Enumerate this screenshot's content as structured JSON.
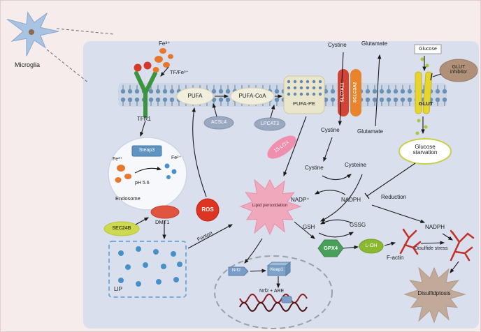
{
  "labels": {
    "microglia": "Microglia",
    "fe3_top": "Fe³⁺",
    "tf_fe3": "TF/Fe³⁺",
    "tfr1": "TFR1",
    "pufa": "PUFA",
    "acsl4": "ACSL4",
    "pufa_coa": "PUFA-CoA",
    "lpcat3": "LPCAT3",
    "pufa_pe": "PUFA-PE",
    "cystine_top": "Cystine",
    "glutamate_top": "Glutamate",
    "slc7a11": "SLC7A11",
    "sclc3a2": "SCLC3A2",
    "glucose": "Glucose",
    "glut_inhibitor": "GLUT\ninhibitor",
    "glut": "GLUT",
    "cystine_below": "Cystine",
    "glutamate_below": "Glutamate",
    "glucose_starvation": "Glucose\nstarvation",
    "steap3": "Steap3",
    "fe3_endosome": "Fe³⁺",
    "fe2": "Fe²⁺",
    "ph": "pH 5.6",
    "endosome": "Endosome",
    "dmt1": "DMT1",
    "sec24b": "SEC24B",
    "lip": "LIP",
    "ros": "ROS",
    "fenton": "Fenton",
    "lox15": "15-LOX",
    "lipid_peroxidation": "Lipid peroxidation",
    "cystine_mid": "Cystine",
    "cysteine": "Cysteine",
    "nadp": "NADP⁺",
    "nadph": "NADPH",
    "reduction": "Reduction",
    "nadph_right": "NADPH",
    "gsh": "GSH",
    "gssg": "GSSG",
    "gpx4": "GPX4",
    "loh": "L-OH",
    "factin": "F-actin",
    "disulfide_stress": "Disulfide stress",
    "disulfidptosis": "Disulfidptosis",
    "nrf2": "Nrf2",
    "keap1": "Keap1",
    "nrf2_are": "Nrf2 + ARE"
  },
  "colors": {
    "outer_bg": "#f6ecec",
    "cell_bg": "#dadfee",
    "membrane": "#ccd6e4",
    "lipid_head": "#6a90b6",
    "tfr1_green": "#3d9440",
    "transferrin_orange": "#e8772a",
    "iron_red": "#d43a2c",
    "slc7a11_red": "#d44434",
    "sclc3a2_orange": "#e8842c",
    "glut_yellow": "#e6d52e",
    "ros_red": "#dd3522",
    "lox_pink": "#ef8fad",
    "peroxidation_pink": "#f0a8bc",
    "gpx4_green": "#4aa05a",
    "loh_green": "#8ab830",
    "sec24b_yellow": "#cdd94e",
    "disulfidptosis_tan": "#c2aa9a",
    "factin_red": "#c23127",
    "lip_blue": "#4a90c8",
    "microglia_blue": "#a9c3e2"
  }
}
